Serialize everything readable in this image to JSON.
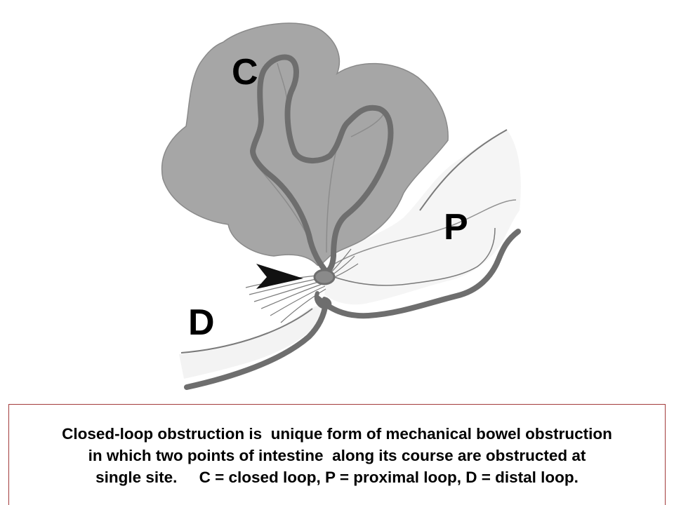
{
  "labels": {
    "closed": "C",
    "proximal": "P",
    "distal": "D"
  },
  "caption": {
    "line1": "Closed-loop obstruction is  unique form of mechanical bowel obstruction",
    "line2": "in which two points of intestine  along its course are obstructed at",
    "line3": "single site.     C = closed loop, P = proximal loop, D = distal loop."
  },
  "colors": {
    "closed_loop_fill": "#a6a6a6",
    "bowel_wall": "#6e6e6e",
    "proximal_fill": "#f5f5f5",
    "outline": "#808080",
    "caption_border": "#a33c3c"
  },
  "icons": {
    "arrowhead": "black-arrowhead-icon"
  }
}
